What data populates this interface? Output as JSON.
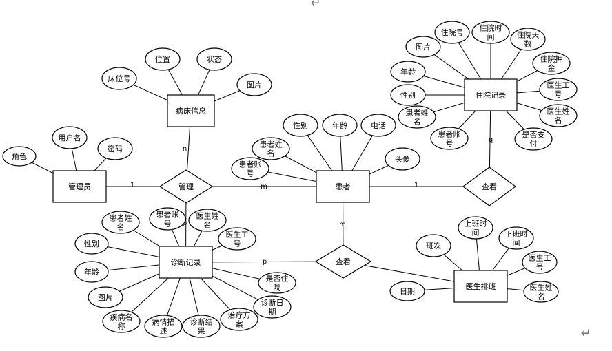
{
  "entities": [
    {
      "id": "admin",
      "label": "管理员"
    },
    {
      "id": "bed",
      "label": "病床信息"
    },
    {
      "id": "patient",
      "label": "患者"
    },
    {
      "id": "hosp",
      "label": "住院记录"
    },
    {
      "id": "diag",
      "label": "诊断记录"
    },
    {
      "id": "sched",
      "label": "医生排班"
    }
  ],
  "relationships": [
    {
      "id": "manage",
      "label": "管理"
    },
    {
      "id": "view1",
      "label": "查看"
    },
    {
      "id": "view2",
      "label": "查看"
    }
  ],
  "attributes": [
    {
      "id": "a-role",
      "owner": "admin",
      "lines": [
        "角色"
      ]
    },
    {
      "id": "a-username",
      "owner": "admin",
      "lines": [
        "用户名"
      ]
    },
    {
      "id": "a-password",
      "owner": "admin",
      "lines": [
        "密码"
      ]
    },
    {
      "id": "b-bedno",
      "owner": "bed",
      "lines": [
        "床位号"
      ]
    },
    {
      "id": "b-loc",
      "owner": "bed",
      "lines": [
        "位置"
      ]
    },
    {
      "id": "b-status",
      "owner": "bed",
      "lines": [
        "状态"
      ]
    },
    {
      "id": "b-img",
      "owner": "bed",
      "lines": [
        "图片"
      ]
    },
    {
      "id": "p-name",
      "owner": "patient",
      "lines": [
        "患者姓",
        "名"
      ]
    },
    {
      "id": "p-acct",
      "owner": "patient",
      "lines": [
        "患者账",
        "号"
      ]
    },
    {
      "id": "p-gender",
      "owner": "patient",
      "lines": [
        "性别"
      ]
    },
    {
      "id": "p-age",
      "owner": "patient",
      "lines": [
        "年龄"
      ]
    },
    {
      "id": "p-phone",
      "owner": "patient",
      "lines": [
        "电话"
      ]
    },
    {
      "id": "p-avatar",
      "owner": "patient",
      "lines": [
        "头像"
      ]
    },
    {
      "id": "h-img",
      "owner": "hosp",
      "lines": [
        "图片"
      ]
    },
    {
      "id": "h-no",
      "owner": "hosp",
      "lines": [
        "住院号"
      ]
    },
    {
      "id": "h-time",
      "owner": "hosp",
      "lines": [
        "住院时",
        "间"
      ]
    },
    {
      "id": "h-days",
      "owner": "hosp",
      "lines": [
        "住院天",
        "数"
      ]
    },
    {
      "id": "h-age",
      "owner": "hosp",
      "lines": [
        "年龄"
      ]
    },
    {
      "id": "h-deposit",
      "owner": "hosp",
      "lines": [
        "住院押",
        "金"
      ]
    },
    {
      "id": "h-gender",
      "owner": "hosp",
      "lines": [
        "性别"
      ]
    },
    {
      "id": "h-docid",
      "owner": "hosp",
      "lines": [
        "医生工",
        "号"
      ]
    },
    {
      "id": "h-pname",
      "owner": "hosp",
      "lines": [
        "患者姓",
        "名"
      ]
    },
    {
      "id": "h-docname",
      "owner": "hosp",
      "lines": [
        "医生姓",
        "名"
      ]
    },
    {
      "id": "h-pacct",
      "owner": "hosp",
      "lines": [
        "患者账",
        "号"
      ]
    },
    {
      "id": "h-paid",
      "owner": "hosp",
      "lines": [
        "是否支",
        "付"
      ]
    },
    {
      "id": "d-pname",
      "owner": "diag",
      "lines": [
        "患者姓",
        "名"
      ]
    },
    {
      "id": "d-pacct",
      "owner": "diag",
      "lines": [
        "患者账",
        "号"
      ]
    },
    {
      "id": "d-docname",
      "owner": "diag",
      "lines": [
        "医生姓",
        "名"
      ]
    },
    {
      "id": "d-gender",
      "owner": "diag",
      "lines": [
        "性别"
      ]
    },
    {
      "id": "d-docid",
      "owner": "diag",
      "lines": [
        "医生工",
        "号"
      ]
    },
    {
      "id": "d-age",
      "owner": "diag",
      "lines": [
        "年龄"
      ]
    },
    {
      "id": "d-hosp",
      "owner": "diag",
      "lines": [
        "是否住",
        "院"
      ]
    },
    {
      "id": "d-img",
      "owner": "diag",
      "lines": [
        "图片"
      ]
    },
    {
      "id": "d-date",
      "owner": "diag",
      "lines": [
        "诊断日",
        "期"
      ]
    },
    {
      "id": "d-disease",
      "owner": "diag",
      "lines": [
        "疾病名",
        "称"
      ]
    },
    {
      "id": "d-desc",
      "owner": "diag",
      "lines": [
        "病情描",
        "述"
      ]
    },
    {
      "id": "d-result",
      "owner": "diag",
      "lines": [
        "诊断结",
        "果"
      ]
    },
    {
      "id": "d-plan",
      "owner": "diag",
      "lines": [
        "治疗方",
        "案"
      ]
    },
    {
      "id": "s-shift",
      "owner": "sched",
      "lines": [
        "班次"
      ]
    },
    {
      "id": "s-on",
      "owner": "sched",
      "lines": [
        "上班时",
        "间"
      ]
    },
    {
      "id": "s-off",
      "owner": "sched",
      "lines": [
        "下班时",
        "间"
      ]
    },
    {
      "id": "s-docid",
      "owner": "sched",
      "lines": [
        "医生工",
        "号"
      ]
    },
    {
      "id": "s-date",
      "owner": "sched",
      "lines": [
        "日期"
      ]
    },
    {
      "id": "s-docname",
      "owner": "sched",
      "lines": [
        "医生姓",
        "名"
      ]
    }
  ],
  "links": [
    {
      "from": "admin",
      "to": "manage",
      "card": "1"
    },
    {
      "from": "bed",
      "to": "manage",
      "card": "n"
    },
    {
      "from": "patient",
      "to": "manage",
      "card": "m"
    },
    {
      "from": "diag",
      "to": "manage",
      "card": "p"
    },
    {
      "from": "patient",
      "to": "view1",
      "card": "1"
    },
    {
      "from": "hosp",
      "to": "view1",
      "card": "q"
    },
    {
      "from": "patient",
      "to": "view2",
      "card": "m"
    },
    {
      "from": "diag",
      "to": "view2",
      "card": "p"
    },
    {
      "from": "sched",
      "to": "view2",
      "card": ""
    }
  ],
  "marks": [
    "↵",
    "↵"
  ]
}
